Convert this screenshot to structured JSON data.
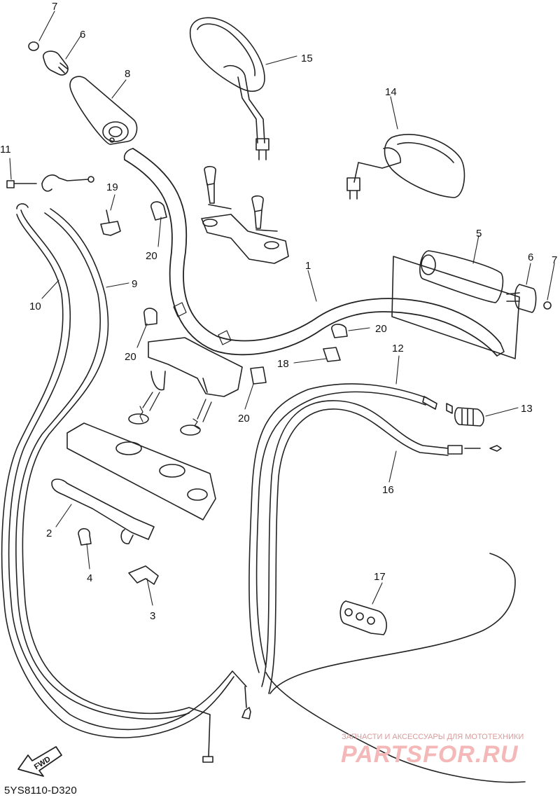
{
  "diagram": {
    "code": "5YS8110-D320",
    "fwd_label": "FWD",
    "callouts": {
      "p1": "1",
      "p2": "2",
      "p3": "3",
      "p4": "4",
      "p5": "5",
      "p6a": "6",
      "p6b": "6",
      "p7a": "7",
      "p7b": "7",
      "p8": "8",
      "p9": "9",
      "p10": "10",
      "p11": "11",
      "p12": "12",
      "p13": "13",
      "p14": "14",
      "p15": "15",
      "p16": "16",
      "p17": "17",
      "p18": "18",
      "p19": "19",
      "p20a": "20",
      "p20b": "20",
      "p20c": "20",
      "p20d": "20"
    }
  },
  "watermark": {
    "tagline": "ЗАПЧАСТИ И АКСЕССУАРЫ ДЛЯ МОТОТЕХНИКИ",
    "logo": "PARTSFOR.RU"
  }
}
